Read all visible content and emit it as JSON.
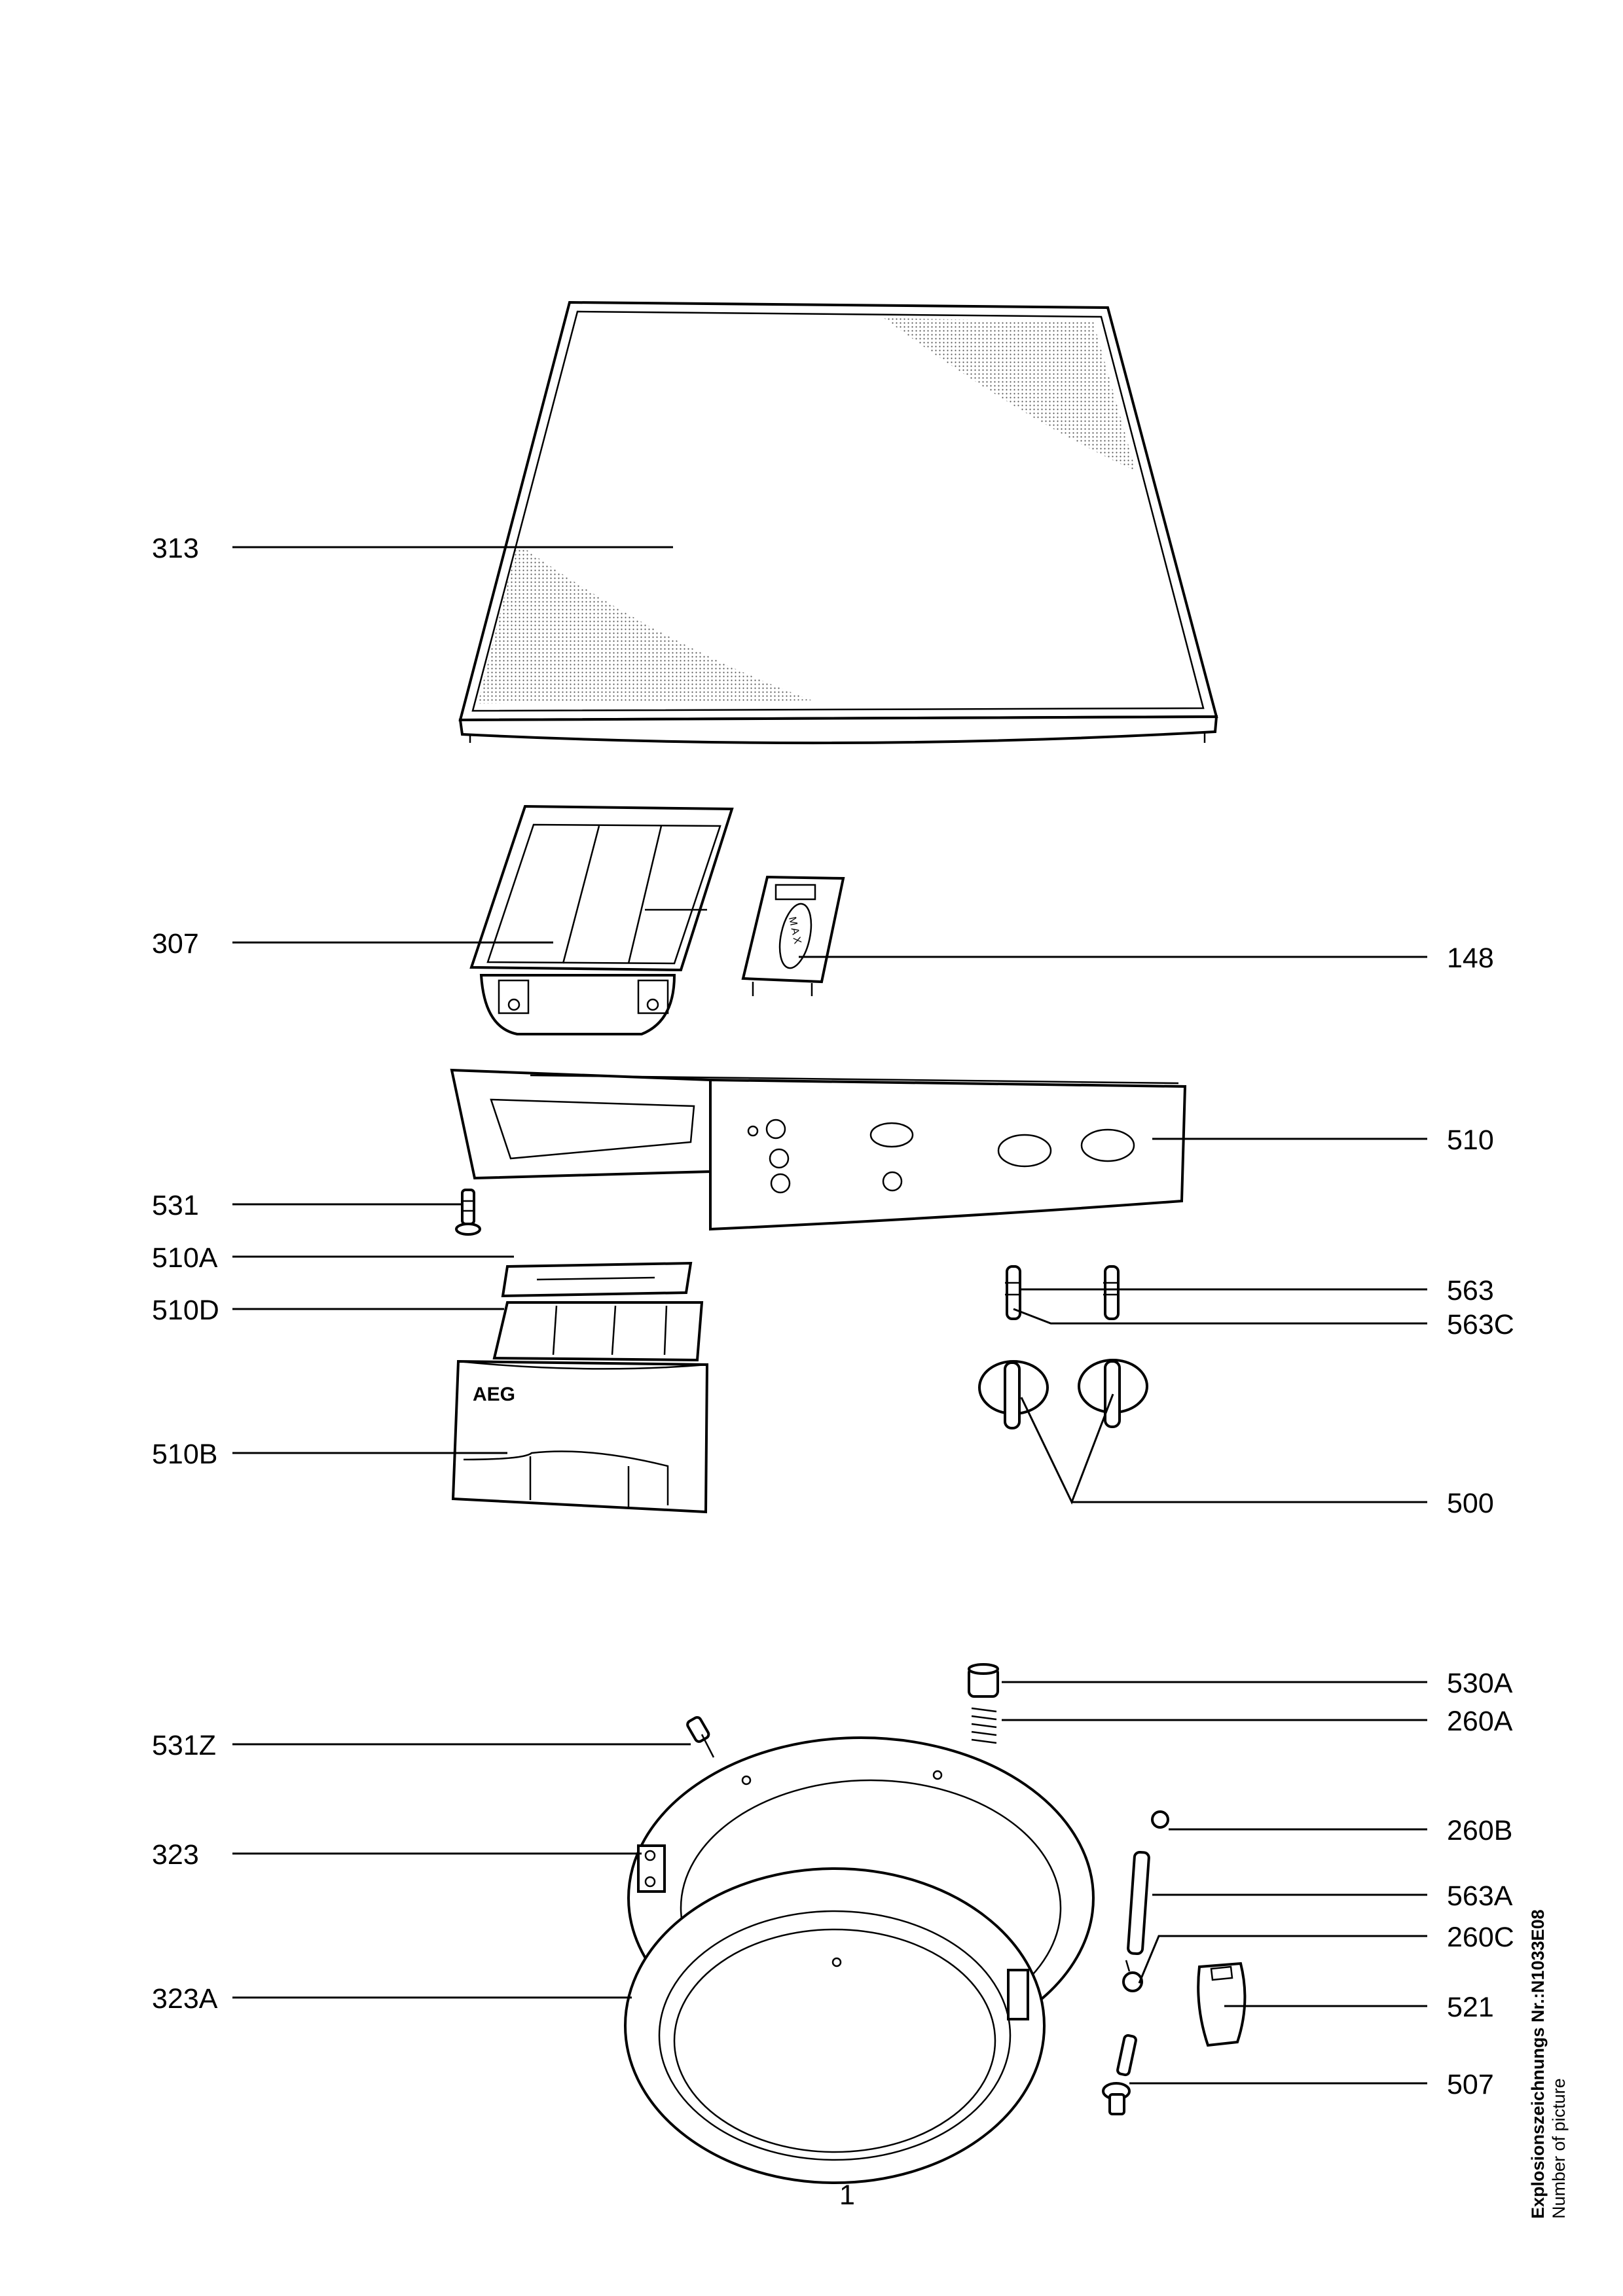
{
  "labels_left": [
    {
      "id": "313"
    },
    {
      "id": "307"
    },
    {
      "id": "531"
    },
    {
      "id": "510A"
    },
    {
      "id": "510D"
    },
    {
      "id": "510B"
    },
    {
      "id": "531Z"
    },
    {
      "id": "323"
    },
    {
      "id": "323A"
    }
  ],
  "labels_right": [
    {
      "id": "148"
    },
    {
      "id": "510"
    },
    {
      "id": "563"
    },
    {
      "id": "563C"
    },
    {
      "id": "500"
    },
    {
      "id": "530A"
    },
    {
      "id": "260A"
    },
    {
      "id": "260B"
    },
    {
      "id": "563A"
    },
    {
      "id": "260C"
    },
    {
      "id": "521"
    },
    {
      "id": "507"
    }
  ],
  "brand_on_drawer": "AEG",
  "max_letters": "M A X",
  "page_number": "1",
  "side_note": {
    "line1": "Explosionszeichnungs Nr.:N1033E08",
    "line2": "Number of picture"
  }
}
